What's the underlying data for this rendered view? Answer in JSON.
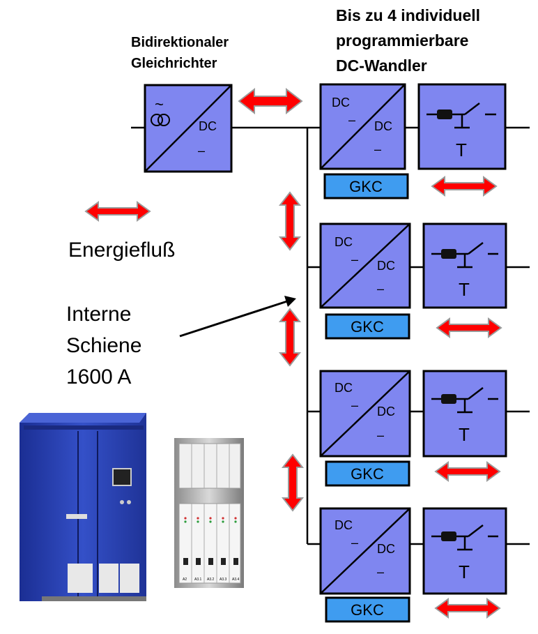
{
  "titles": {
    "rectifier": [
      "Bidirektionaler",
      "Gleichrichter"
    ],
    "converters": [
      "Bis zu 4 individuell",
      "programmierbare",
      "DC-Wandler"
    ]
  },
  "legend": {
    "energy_flow": "Energiefluß"
  },
  "busbar_label": [
    "Interne",
    "Schiene",
    "1600 A"
  ],
  "rectifier_box": {
    "ac_symbol": "~",
    "dc": "DC",
    "minus": "–"
  },
  "converter_box": {
    "dc_top": "DC",
    "dc_bottom": "DC",
    "minus_mid": "–",
    "minus_bottom": "–"
  },
  "switch_box": {
    "symbol_t": "T"
  },
  "gkc": [
    "GKC",
    "GKC",
    "GKC",
    "GKC"
  ],
  "cabinet_photo": {
    "module_labels": [
      "A2",
      "A3.1",
      "A3.2",
      "A3.3",
      "A3.4"
    ]
  },
  "colors": {
    "box_fill": "#7f86f0",
    "gkc_fill": "#3f9cf0",
    "arrow_red": "#ff0000",
    "arrow_grey": "#9a9a9a",
    "cabinet_blue": "#2a3fb0"
  }
}
